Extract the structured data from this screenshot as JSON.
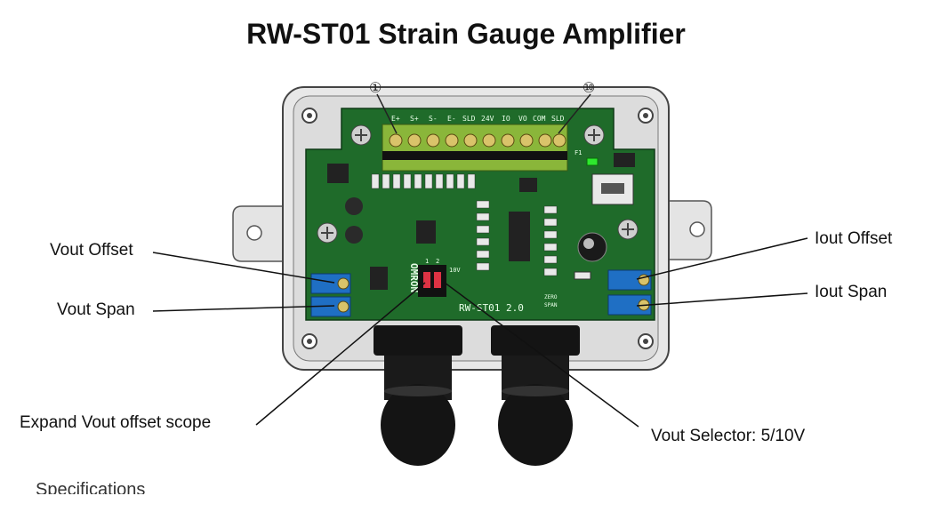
{
  "title": "RW-ST01 Strain Gauge Amplifier",
  "callouts": {
    "vout_offset": "Vout Offset",
    "vout_span": "Vout Span",
    "iout_offset": "Iout Offset",
    "iout_span": "Iout Span",
    "expand_vout": "Expand Vout offset scope",
    "vout_selector": "Vout Selector: 5/10V"
  },
  "terminal_markers": {
    "first": "①",
    "last": "⑩"
  },
  "terminal_labels": [
    "E+",
    "S+",
    "S-",
    "E-",
    "SLD",
    "24V",
    "IO",
    "VO",
    "COM",
    "SLD"
  ],
  "board": {
    "model": "RW-ST01 2.0",
    "omron": "OMRON",
    "switch_label": "10V",
    "switch_nums": [
      "1",
      "2"
    ],
    "zero_label": "ZERO",
    "span_label": "SPAN",
    "fuse_label": "F1"
  },
  "partial_text": "Specifications",
  "colors": {
    "pcb": "#1f6b2a",
    "enclosure": "#e6e6e6",
    "terminal": "#8ab63a",
    "potentiometer": "#1f6fc4",
    "gland": "#141414"
  }
}
